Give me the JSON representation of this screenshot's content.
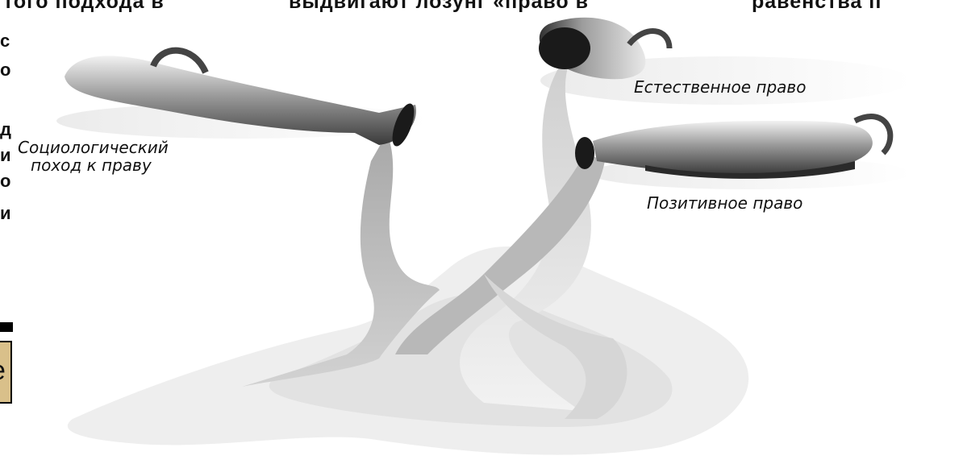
{
  "top_line": {
    "fragment_1": "того подхода в",
    "fragment_2": "выдвигают лозунг «право в",
    "fragment_3": "равенства п"
  },
  "left_fragments": [
    "с",
    "о",
    "д",
    "и",
    "о",
    "и"
  ],
  "captions": {
    "sociological_line1": "Социологический",
    "sociological_line2": "поход к праву",
    "natural_law": "Естественное право",
    "positive_law": "Позитивное право"
  },
  "partial_box_letter": "e"
}
